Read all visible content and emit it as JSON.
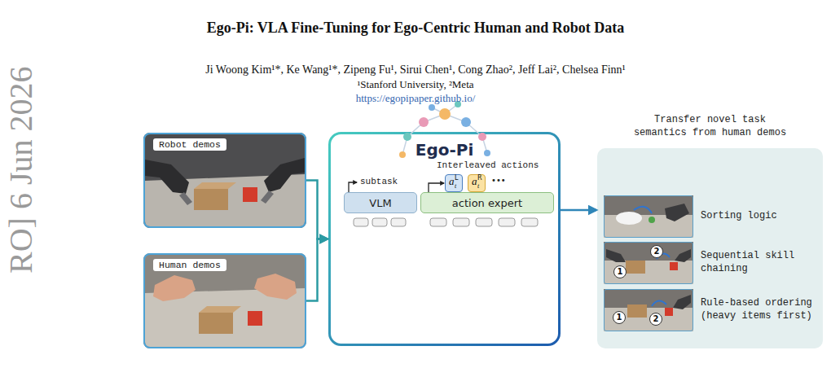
{
  "diagram": {
    "title": "Ego-Pi: VLA Fine-Tuning for Ego-Centric Human and Robot Data",
    "nodes": [
      {
        "text": [
          "Robot demos"
        ]
      },
      {
        "text": [
          "Human demos"
        ]
      },
      {
        "text": [
          "Ego-Pi"
        ]
      },
      {
        "text": [
          "VLM"
        ],
        "in": 2
      },
      {
        "text": [
          "action expert"
        ],
        "in": 2
      },
      {
        "text": [
          "a",
          "L",
          "t"
        ],
        "in": 2
      },
      {
        "text": [
          "a",
          "R",
          "t"
        ],
        "in": 2
      },
      {
        "text": [
          "Transfer novel task semantics from human demos"
        ]
      },
      {
        "text": [
          "Sorting logic"
        ],
        "in": 7
      },
      {
        "text": [
          "Sequential skill chaining"
        ],
        "in": 7
      },
      {
        "text": [
          "Rule-based ordering (heavy items first)"
        ],
        "in": 7
      }
    ],
    "edges": [
      {
        "from": 0,
        "to": 2,
        "arrow": "to"
      },
      {
        "from": 1,
        "to": 2,
        "arrow": "to"
      },
      {
        "from": 2,
        "to": 7,
        "arrow": "to"
      },
      {
        "from": 4,
        "to": 5,
        "arrow": "to"
      }
    ],
    "labels": [
      "Ji Woong Kim¹*, Ke Wang¹*, Zipeng Fu¹, Sirui Chen¹, Cong Zhao², Jeff Lai², Chelsea Finn¹",
      "¹Stanford University, ²Meta",
      "https://egopipaper.github.io/",
      "RO] 6 Jun 2026",
      "subtask",
      "Interleaved actions",
      "•••",
      "1",
      "2",
      "1",
      "2"
    ]
  }
}
